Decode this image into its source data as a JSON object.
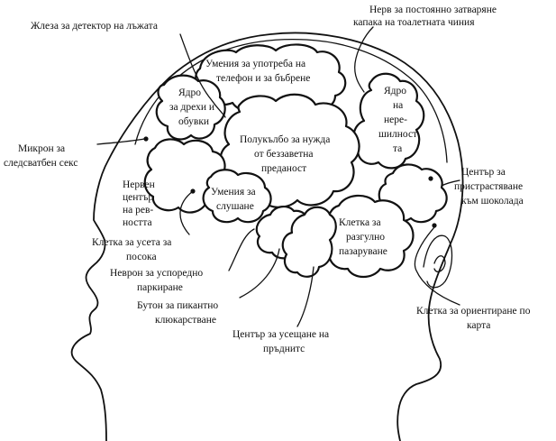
{
  "labels": {
    "lie_detector": "Жлеза за детектор на лъжата",
    "toilet_nerve_1": "Нерв за постоянно затваряне",
    "toilet_nerve_2": "капака на тоалетната чиния",
    "phone_1": "Умения за употреба на",
    "phone_2": "телефон и за бъбрене",
    "clothes_1": "Ядро",
    "clothes_2": "за дрехи и",
    "clothes_3": "обувки",
    "nervousness_1": "Ядро",
    "nervousness_2": "на",
    "nervousness_3": "нере-",
    "nervousness_4": "шилност",
    "nervousness_5": "та",
    "micron_1": "Микрон за",
    "micron_2": "следсватбен секс",
    "devotion_1": "Полукълбо за нужда",
    "devotion_2": "от беззаветна",
    "devotion_3": "преданост",
    "jealousy_1": "Нервен",
    "jealousy_2": "център",
    "jealousy_3": "на рев-",
    "jealousy_4": "ността",
    "listening_1": "Умения за",
    "listening_2": "слушане",
    "chocolate_1": "Център за",
    "chocolate_2": "пристрастяване",
    "chocolate_3": "към шоколада",
    "shopping_1": "Клетка за",
    "shopping_2": "разгулно",
    "shopping_3": "пазаруване",
    "direction_1": "Клетка за усета за",
    "direction_2": "посока",
    "parking_1": "Неврон за успоредно",
    "parking_2": "паркиране",
    "gossip_1": "Бутон за пикантно",
    "gossip_2": "клюкарстване",
    "snoring_1": "Център за усещане на",
    "snoring_2": "пръднитс",
    "map_1": "Клетка за ориентиране по",
    "map_2": "карта"
  }
}
